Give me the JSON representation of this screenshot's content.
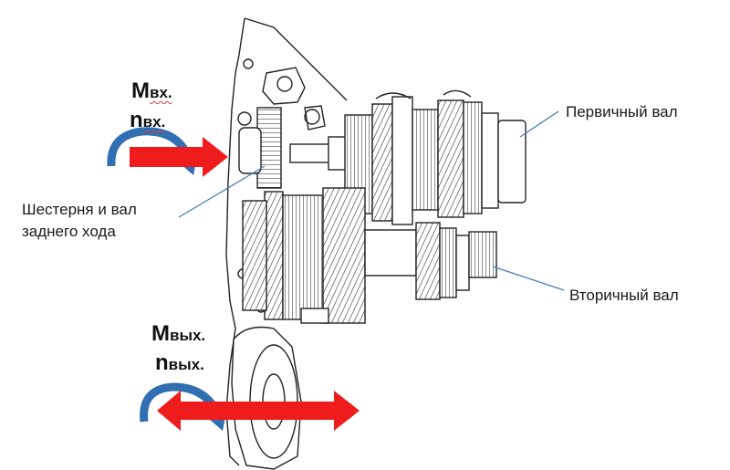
{
  "labels": {
    "primary_shaft": "Первичный вал",
    "secondary_shaft": "Вторичный вал",
    "reverse_line1": "Шестерня и вал",
    "reverse_line2": "заднего хода"
  },
  "symbols": {
    "input_torque": {
      "main": "M",
      "sub": "вх."
    },
    "input_speed": {
      "main": "n",
      "sub": "вх."
    },
    "output_torque": {
      "main": "M",
      "sub": "вых."
    },
    "output_speed": {
      "main": "n",
      "sub": "вых."
    }
  },
  "colors": {
    "arrow": "#ee1c1c",
    "rotation_arrow": "#2f6fb2",
    "drawing_line": "#222222",
    "leader_line": "#4a7fb8"
  },
  "icons": {
    "input_rotation": "curved-rotation-arrow-icon",
    "output_rotation": "curved-rotation-arrow-icon",
    "input_flow": "arrow-right-icon",
    "output_flow": "double-arrow-icon"
  }
}
